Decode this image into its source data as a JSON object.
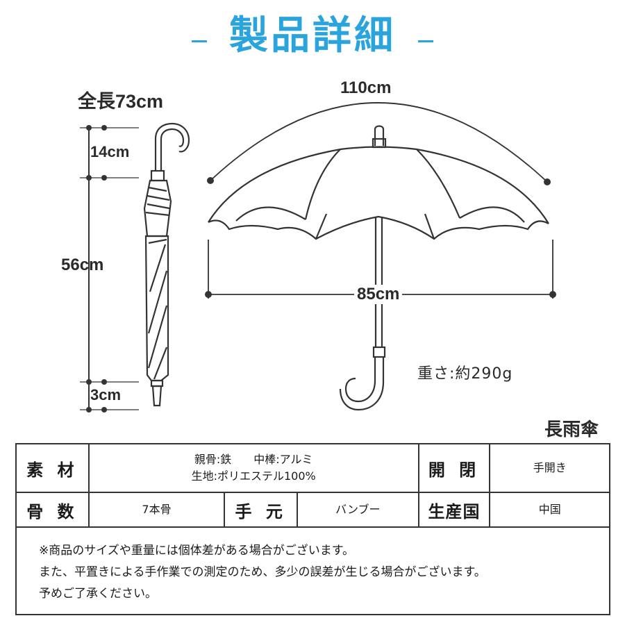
{
  "title": "製品詳細",
  "dimensions": {
    "total_length": "全長73cm",
    "handle_length": "14cm",
    "canopy_length": "56cm",
    "tip_length": "3cm",
    "arc_span": "110cm",
    "width": "85cm"
  },
  "weight": "重さ:約290g",
  "product_type": "長雨傘",
  "spec": {
    "material_label": "素 材",
    "material_line1": "親骨:鉄　　中棒:アルミ",
    "material_line2": "生地:ポリエステル100%",
    "open_label": "開 閉",
    "open_value": "手開き",
    "ribs_label": "骨 数",
    "ribs_value": "7本骨",
    "handle_label": "手 元",
    "handle_value": "バンブー",
    "origin_label": "生産国",
    "origin_value": "中国"
  },
  "notes": [
    "※商品のサイズや重量には個体差がある場合がございます。",
    "また、平置きによる手作業での測定のため、多少の誤差が生じる場合がございます。",
    "予めご了承ください。"
  ],
  "colors": {
    "title": "#2aa4dc",
    "line": "#333333"
  }
}
